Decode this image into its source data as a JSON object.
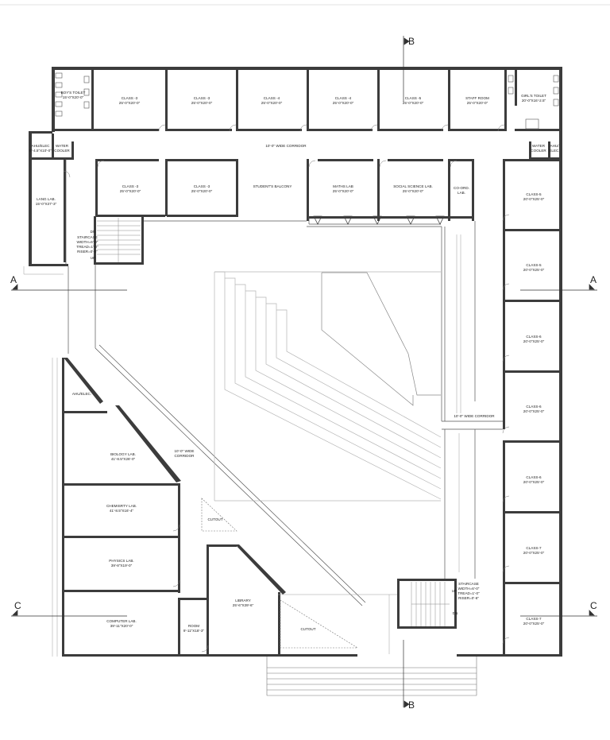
{
  "drawing": {
    "rooms": {
      "boys_toilet": {
        "name": "BOY'S TOILET",
        "size": "15'-0\"X20'-0\""
      },
      "class_top_1": {
        "name": "CLASS -3",
        "size": "25'-0\"X20'-0\""
      },
      "class_top_2": {
        "name": "CLASS -3",
        "size": "25'-0\"X20'-0\""
      },
      "class_top_3": {
        "name": "CLASS -4",
        "size": "25'-0\"X20'-0\""
      },
      "class_top_4": {
        "name": "CLASS -4",
        "size": "25'-0\"X20'-0\""
      },
      "class_top_5": {
        "name": "CLASS -5",
        "size": "25'-0\"X20'-0\""
      },
      "staff_room": {
        "name": "STAFF ROOM",
        "size": "25'-0\"X20'-0\""
      },
      "girls_toilet": {
        "name": "GIRL'S TOILET",
        "size": "20'-0\"X16'-2.5\""
      },
      "ahu_elec_top": {
        "name": "AHU/ELEC",
        "size": "8'-4.5\"X10'-0\""
      },
      "water_cooler_left": {
        "name": "WATER",
        "name2": "COOLER"
      },
      "water_cooler_right": {
        "name": "WATER",
        "name2": "COOLER"
      },
      "ahu_elec_right": {
        "name": "AHU/",
        "name2": "ELEC."
      },
      "corridor_top": {
        "name": "10'-0\" WIDE CORRIDOR"
      },
      "lang_lab": {
        "name": "LANG LAB.",
        "size": "15'-0\"X37'-3\""
      },
      "class_mid_1": {
        "name": "CLASS -3",
        "size": "25'-0\"X20'-0\""
      },
      "class_mid_2": {
        "name": "CLASS -3",
        "size": "25'-0\"X20'-0\""
      },
      "balcony": {
        "name": "STUDENT'S BALCONY"
      },
      "maths_lab": {
        "name": "MATHS LAB",
        "size": "25'-0\"X20'-0\""
      },
      "social_lab": {
        "name": "SOCIAL SCIENCE LAB.",
        "size": "25'-0\"X20'-0\""
      },
      "coord_lab": {
        "name": "CO-ORD.",
        "name2": "LAB."
      },
      "staircase_top": {
        "l1": "DN",
        "l2": "STAIRCASE",
        "l3": "WIDTH=6'-0\"",
        "l4": "TREAD=1'-0\"",
        "l5": "RISER=0'-6\"",
        "l6": "UP"
      },
      "class_r1": {
        "name": "CLASS-5",
        "size": "20'-0\"X25'-0\""
      },
      "class_r2": {
        "name": "CLASS-5",
        "size": "20'-0\"X25'-0\""
      },
      "class_r3": {
        "name": "CLASS-6",
        "size": "20'-0\"X25'-0\""
      },
      "class_r4": {
        "name": "CLASS-6",
        "size": "20'-0\"X25'-0\""
      },
      "class_r5": {
        "name": "CLASS-6",
        "size": "20'-0\"X25'-0\""
      },
      "class_r6": {
        "name": "CLASS-7",
        "size": "20'-0\"X25'-0\""
      },
      "class_r7": {
        "name": "CLASS-7",
        "size": "20'-0\"X25'-0\""
      },
      "corridor_right": {
        "name": "10'-0\" WIDE CORRIDOR"
      },
      "ahu_elec_left": {
        "name": "AHU/ELEC."
      },
      "biology_lab": {
        "name": "BIOLOGY LAB.",
        "size": "41'-8.5\"X26'-0\""
      },
      "corridor_diag": {
        "name": "10'-0\" WIDE",
        "name2": "CORRIDOR"
      },
      "chemistry_lab": {
        "name": "CHEMISRTY LAB.",
        "size": "41'-8.5\"X16'-4\""
      },
      "physics_lab": {
        "name": "PHYSICS LAB.",
        "size": "39'-8\"X19'-0\""
      },
      "computer_lab": {
        "name": "COMPUTER LAB.",
        "size": "39'-11\"X20'-0\""
      },
      "room": {
        "name": "ROOM",
        "size": "9'-11\"X18'-3\""
      },
      "library": {
        "name": "LIBRARY",
        "size": "25'-6\"X39'-6\""
      },
      "cutout_1": {
        "name": "CUTOUT"
      },
      "cutout_2": {
        "name": "CUTOUT"
      },
      "staircase_bottom": {
        "l1": "STAIRCASE",
        "l2": "WIDTH=6'-0\"",
        "l3": "TREAD=1'-0\"",
        "l4": "RISER=0'-6\"",
        "l5": "UP",
        "l6": "DN"
      }
    },
    "section_marks": {
      "a_left": "A",
      "a_right": "A",
      "b_top": "B",
      "b_bottom": "B",
      "c_left": "C",
      "c_right": "C"
    },
    "colors": {
      "wall": "#3c3c3c",
      "line": "#555555",
      "background": "#ffffff"
    }
  }
}
